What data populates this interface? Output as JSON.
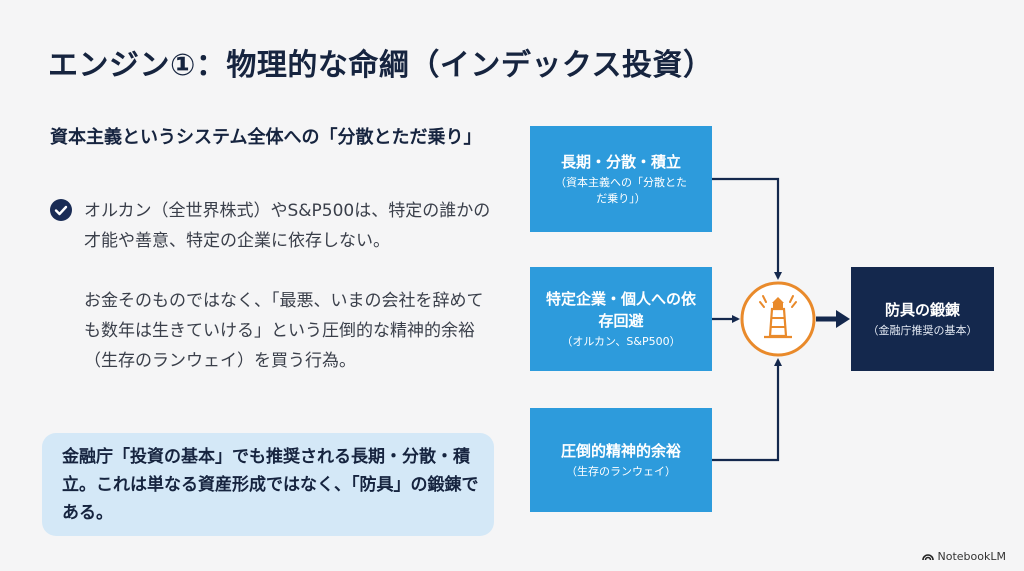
{
  "title": "エンジン①：物理的な命綱（インデックス投資）",
  "left": {
    "subheading": "資本主義というシステム全体への「分散とただ乗り」",
    "check_icon": "check-circle-icon",
    "paragraph1": "オルカン（全世界株式）やS&P500は、特定の誰かの才能や善意、特定の企業に依存しない。",
    "paragraph2": "お金そのものではなく、「最悪、いまの会社を辞めても数年は生きていける」という圧倒的な精神的余裕（生存のランウェイ）を買う行為。",
    "callout": "金融庁「投資の基本」でも推奨される長期・分散・積立。これは単なる資産形成ではなく、「防具」の鍛錬である。"
  },
  "diagram": {
    "inputs": [
      {
        "main": "長期・分散・積立",
        "sub": "（資本主義への「分散とただ乗り」）"
      },
      {
        "main": "特定企業・個人への依存回避",
        "sub": "（オルカン、S&P500）"
      },
      {
        "main": "圧倒的精神的余裕",
        "sub": "（生存のランウェイ）"
      }
    ],
    "hub_icon": "lighthouse-icon",
    "output": {
      "main": "防具の鍛錬",
      "sub": "（金融庁推奨の基本）"
    },
    "colors": {
      "box": "#2d9bdc",
      "output_box": "#14284d",
      "hub": "#e98a2b",
      "line": "#14284d"
    }
  },
  "footer": {
    "brand": "NotebookLM",
    "icon": "notebooklm-logo-icon"
  }
}
